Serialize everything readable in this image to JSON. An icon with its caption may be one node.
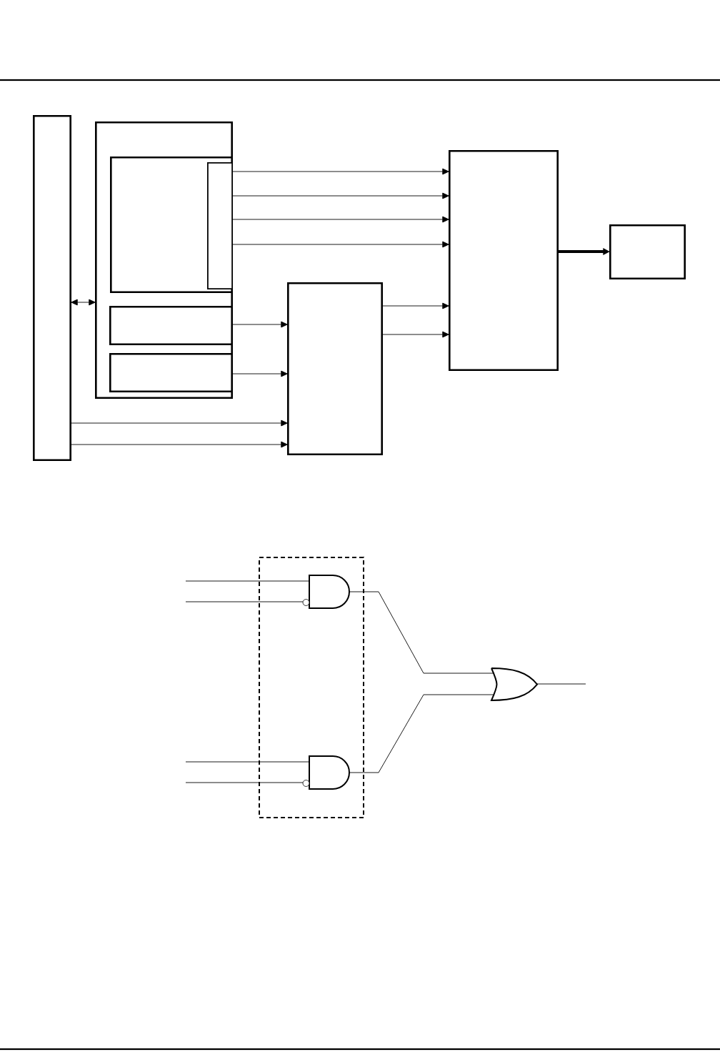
{
  "diagram": {
    "nodes": [
      {
        "text": [],
        "shape": "box"
      },
      {
        "text": [],
        "shape": "box"
      },
      {
        "text": [],
        "shape": "box",
        "in": 1
      },
      {
        "text": [],
        "shape": "box",
        "in": 2
      },
      {
        "text": [],
        "shape": "box",
        "in": 1
      },
      {
        "text": [],
        "shape": "box",
        "in": 1
      },
      {
        "text": [],
        "shape": "box"
      },
      {
        "text": [],
        "shape": "box"
      },
      {
        "text": [],
        "shape": "box"
      },
      {
        "text": [],
        "shape": "box"
      },
      {
        "text": [],
        "shape": "and-gate",
        "in": 9
      },
      {
        "text": [],
        "shape": "and-gate",
        "in": 9
      },
      {
        "text": [],
        "shape": "or-gate"
      }
    ],
    "edges": [
      {
        "from": 0,
        "to": 1,
        "arrow": "both"
      },
      {
        "from": 3,
        "to": 7,
        "arrow": "to"
      },
      {
        "from": 3,
        "to": 7,
        "arrow": "to"
      },
      {
        "from": 3,
        "to": 7,
        "arrow": "to"
      },
      {
        "from": 3,
        "to": 7,
        "arrow": "to"
      },
      {
        "from": 4,
        "to": 6,
        "arrow": "to"
      },
      {
        "from": 5,
        "to": 6,
        "arrow": "to"
      },
      {
        "from": 0,
        "to": 6,
        "arrow": "to"
      },
      {
        "from": 0,
        "to": 6,
        "arrow": "to"
      },
      {
        "from": 6,
        "to": 7,
        "arrow": "to"
      },
      {
        "from": 6,
        "to": 7,
        "arrow": "to"
      },
      {
        "from": 7,
        "to": 8,
        "arrow": "to",
        "style": "thick"
      },
      {
        "from": null,
        "to": 10,
        "arrow": "none"
      },
      {
        "from": null,
        "to": 10,
        "arrow": "none"
      },
      {
        "from": null,
        "to": 11,
        "arrow": "none"
      },
      {
        "from": null,
        "to": 11,
        "arrow": "none"
      },
      {
        "from": 10,
        "to": 12,
        "arrow": "none"
      },
      {
        "from": 11,
        "to": 12,
        "arrow": "none"
      },
      {
        "from": 12,
        "to": null,
        "arrow": "none"
      }
    ]
  }
}
